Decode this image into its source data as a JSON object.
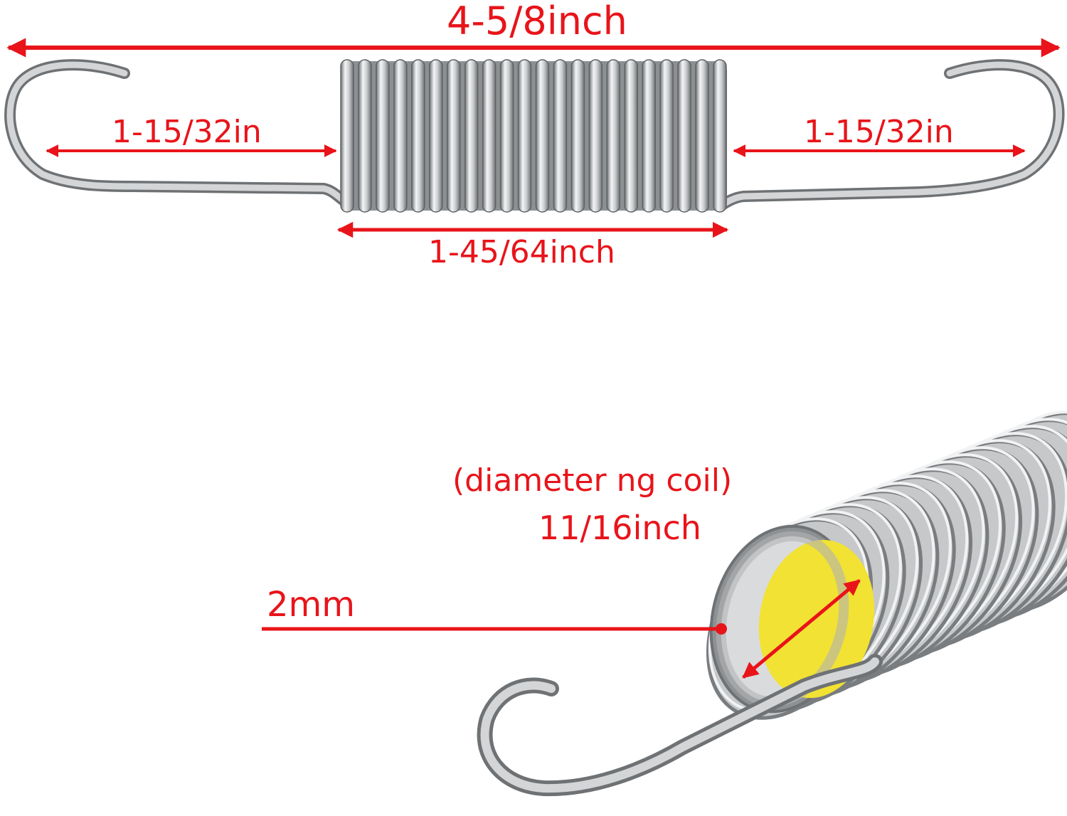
{
  "labels": {
    "overall_length": "4-5/8inch",
    "left_hook_length": "1-15/32in",
    "right_hook_length": "1-15/32in",
    "coil_length": "1-45/64inch",
    "coil_diameter_note": "(diameter ng coil)",
    "coil_diameter": "11/16inch",
    "wire_diameter": "2mm"
  },
  "colors": {
    "dimension_red": "#e8141a",
    "spring_steel": "#b9bbbd",
    "spring_shadow": "#6f7274",
    "spring_highlight": "#f4f5f6",
    "coil_opening_yellow": "#f2e233"
  }
}
